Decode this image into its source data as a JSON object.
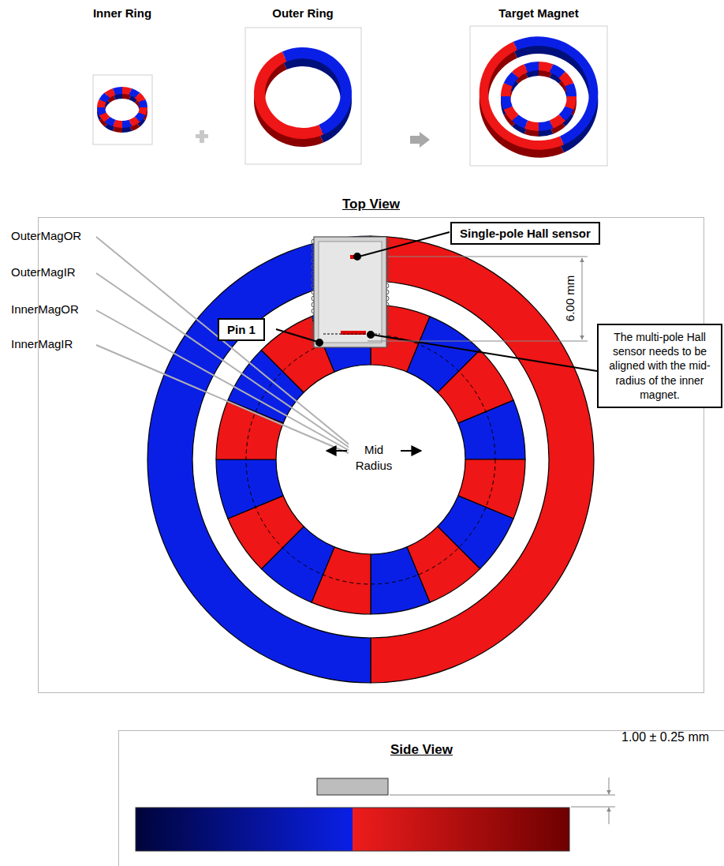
{
  "diagram": {
    "nodes": [
      {
        "text": [
          "Top View"
        ]
      },
      {
        "text": [
          "Single-pole Hall sensor"
        ],
        "in": 0
      },
      {
        "text": [
          "Pin 1"
        ],
        "in": 0
      },
      {
        "text": [
          "The multi-pole Hall sensor needs to be aligned with the mid-radius of the inner magnet."
        ]
      },
      {
        "text": [
          "Side View"
        ]
      }
    ],
    "labels": [
      "Inner Ring",
      "Outer Ring",
      "Target Magnet",
      "OuterMagOR",
      "OuterMagIR",
      "InnerMagOR",
      "InnerMagIR",
      "6.00 mm",
      "Mid Radius",
      "1.00 ± 0.25 mm"
    ]
  }
}
